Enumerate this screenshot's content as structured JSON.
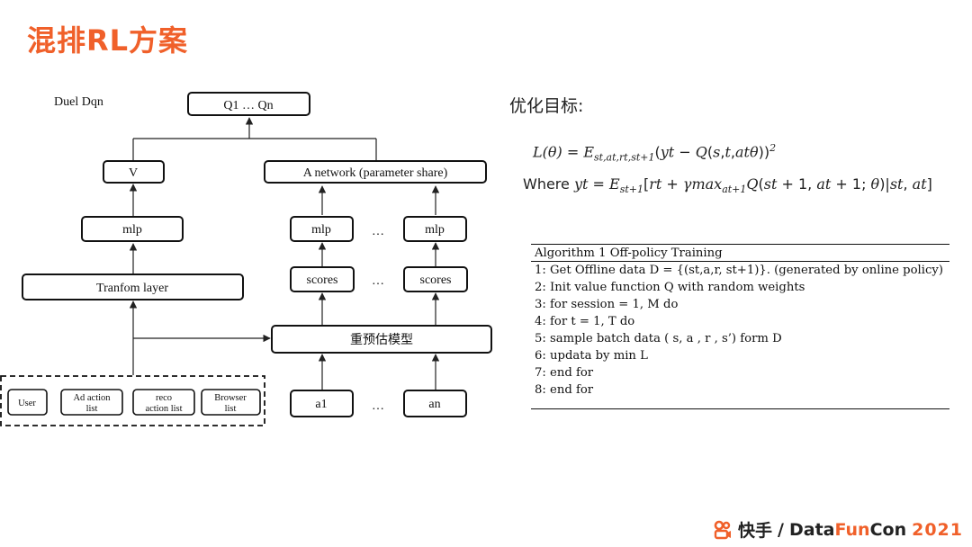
{
  "slide": {
    "title": "混排RL方案"
  },
  "diagram": {
    "label_duel": "Duel Dqn",
    "q_out": "Q1 … Qn",
    "v": "V",
    "a_net": "A network (parameter share)",
    "mlp": "mlp",
    "dots": "…",
    "transform": "Tranfom layer",
    "scores": "scores",
    "rerank": "重预估模型",
    "inputs": [
      {
        "lines": [
          "User"
        ]
      },
      {
        "lines": [
          "Ad action",
          "list"
        ]
      },
      {
        "lines": [
          "reco",
          "action list"
        ]
      },
      {
        "lines": [
          "Browser",
          "list"
        ]
      }
    ],
    "a1": "a1",
    "an": "an"
  },
  "objective": {
    "title": "优化目标:",
    "where": "Where"
  },
  "algorithm": {
    "title": "Algorithm 1 Off-policy Training",
    "lines": [
      "1:  Get Offline data D = {(st,a,r, st+1)}. (generated by online policy)",
      "2:  Init value function Q with random weights",
      "3:  for session = 1, M do",
      "4:      for t = 1, T do",
      "5:          sample batch data ( s, a , r , s’) form D",
      "6:          updata by min L",
      "7:      end for",
      "8:  end for"
    ]
  },
  "footer": {
    "brand": "快手",
    "sep": "/",
    "data": "Data",
    "fun": "Fun",
    "con": "Con",
    "year": "2021"
  }
}
